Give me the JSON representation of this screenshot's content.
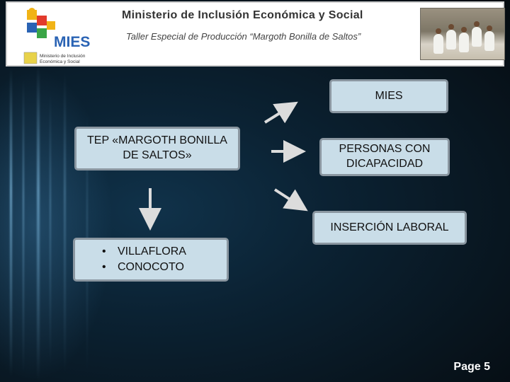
{
  "header": {
    "title": "Ministerio de Inclusión Económica y Social",
    "subtitle": "Taller Especial de Producción “Margoth Bonilla de Saltos”",
    "logo_text": "MIES",
    "logo_caption": "Ministerio de Inclusión Económica y Social"
  },
  "diagram": {
    "source": "TEP «MARGOTH BONILLA DE SALTOS»",
    "targets": [
      "MIES",
      "PERSONAS CON DICAPACIDAD",
      "INSERCIÓN LABORAL"
    ],
    "locations": [
      "VILLAFLORA",
      "CONOCOTO"
    ]
  },
  "footer": {
    "page": "Page 5"
  },
  "colors": {
    "box_fill": "#c9dde8",
    "box_border": "#8a96a0",
    "arrow": "#dcdcdc"
  }
}
